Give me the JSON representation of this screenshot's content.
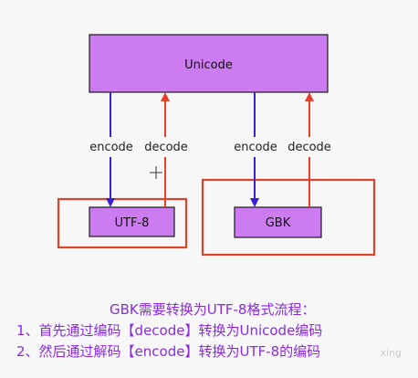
{
  "diagram": {
    "nodes": {
      "unicode": "Unicode",
      "utf8": "UTF-8",
      "gbk": "GBK"
    },
    "edges": {
      "utf8_encode": "encode",
      "utf8_decode": "decode",
      "gbk_encode": "encode",
      "gbk_decode": "decode"
    }
  },
  "caption": {
    "title": "GBK需要转换为UTF-8格式流程：",
    "step1": "1、首先通过编码【decode】转换为Unicode编码",
    "step2": "2、然后通过解码【encode】转换为UTF-8的编码"
  },
  "watermark": "xing",
  "colors": {
    "box_fill": "#cc7cf0",
    "box_border": "#1a1a1a",
    "encode_arrow": "#3b1fd1",
    "decode_arrow": "#e8402a",
    "highlight_frame": "#d9452f",
    "caption_text": "#8a2be2"
  }
}
